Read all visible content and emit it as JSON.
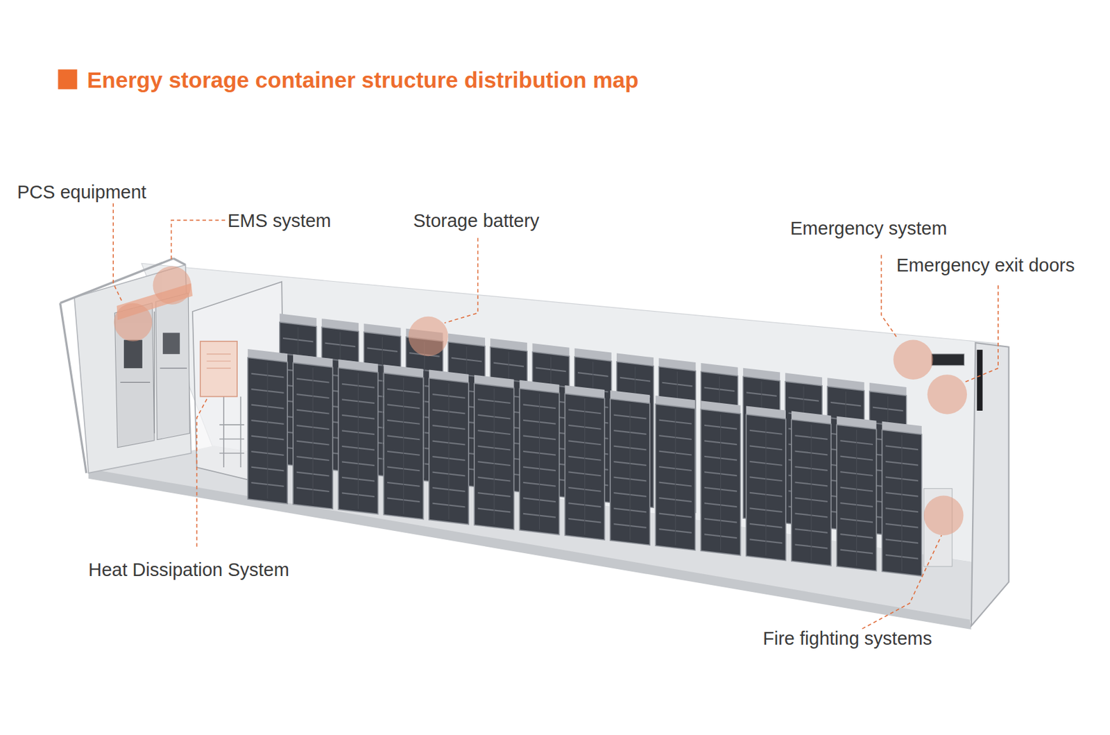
{
  "diagram": {
    "title": "Energy storage container structure distribution map",
    "labels": [
      "PCS equipment",
      "EMS system",
      "Storage battery",
      "Emergency system",
      "Emergency exit doors",
      "Heat Dissipation System",
      "Fire fighting systems"
    ]
  }
}
